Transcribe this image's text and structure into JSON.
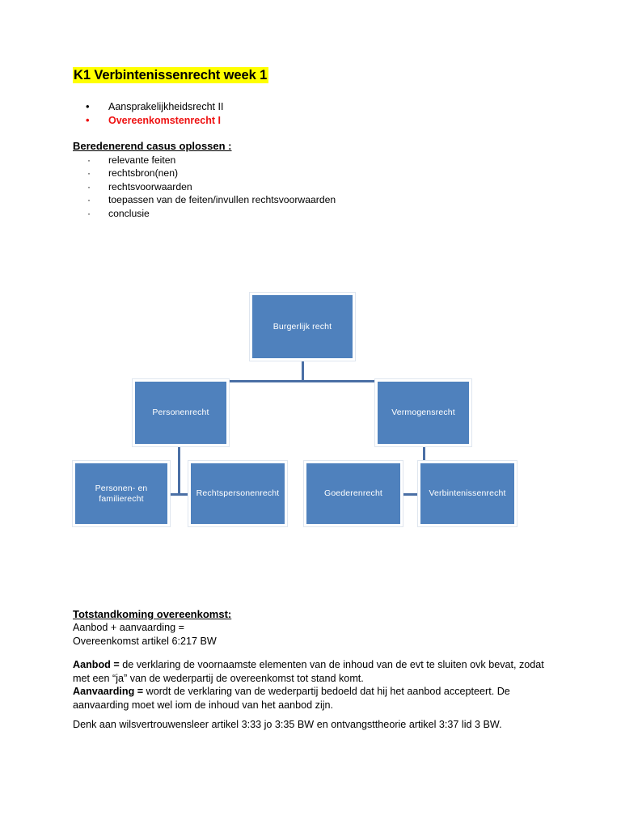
{
  "document": {
    "title": "K1 Verbintenissenrecht week 1",
    "title_highlight_color": "#ffff00",
    "accent_color": "#ee1111",
    "node_fill_color": "#4f81bd",
    "connector_color": "#4a6fa5"
  },
  "topics": [
    {
      "bullet": "•",
      "label": "Aansprakelijkheidsrecht II",
      "accent": false
    },
    {
      "bullet": "•",
      "label": "Overeenkomstenrecht I",
      "accent": true
    }
  ],
  "casus": {
    "heading": "Beredenerend casus oplossen :",
    "steps": [
      {
        "bullet": "·",
        "label": "relevante feiten"
      },
      {
        "bullet": "·",
        "label": "rechtsbron(nen)"
      },
      {
        "bullet": "·",
        "label": "rechtsvoorwaarden"
      },
      {
        "bullet": "·",
        "label": "toepassen van de feiten/invullen rechtsvoorwaarden"
      },
      {
        "bullet": "·",
        "label": "conclusie"
      }
    ]
  },
  "diagram": {
    "type": "tree",
    "root": "Burgerlijk recht",
    "nodes": [
      {
        "id": "burgerlijk",
        "label": "Burgerlijk recht",
        "level": 0
      },
      {
        "id": "personenrecht",
        "label": "Personenrecht",
        "level": 1
      },
      {
        "id": "vermogensrecht",
        "label": "Vermogensrecht",
        "level": 1
      },
      {
        "id": "personen-familie",
        "label": "Personen- en familierecht",
        "level": 2
      },
      {
        "id": "rechtspersonen",
        "label": "Rechtspersonenrecht",
        "level": 2
      },
      {
        "id": "goederenrecht",
        "label": "Goederenrecht",
        "level": 2
      },
      {
        "id": "verbintenissen",
        "label": "Verbintenissenrecht",
        "level": 2
      }
    ],
    "edges": [
      {
        "from": "burgerlijk",
        "to": "personenrecht"
      },
      {
        "from": "burgerlijk",
        "to": "vermogensrecht"
      },
      {
        "from": "personenrecht",
        "to": "personen-familie"
      },
      {
        "from": "personenrecht",
        "to": "rechtspersonen"
      },
      {
        "from": "vermogensrecht",
        "to": "goederenrecht"
      },
      {
        "from": "vermogensrecht",
        "to": "verbintenissen"
      }
    ]
  },
  "totstandkoming": {
    "heading": "Totstandkoming overeenkomst:",
    "line1": "Aanbod + aanvaarding =",
    "line2": "Overeenkomst artikel 6:217 BW",
    "aanbod_term": "Aanbod =",
    "aanbod_text": " de verklaring de voornaamste elementen van de inhoud van de evt te sluiten ovk bevat, zodat met een “ja” van de wederpartij de overeenkomst tot stand komt.",
    "aanvaarding_term": "Aanvaarding =",
    "aanvaarding_text": " wordt de verklaring van de wederpartij bedoeld dat hij het aanbod accepteert. De aanvaarding moet wel iom de inhoud van het aanbod zijn.",
    "denk_text": "Denk aan wilsvertrouwensleer artikel 3:33 jo 3:35 BW en ontvangsttheorie artikel 3:37 lid 3 BW."
  }
}
